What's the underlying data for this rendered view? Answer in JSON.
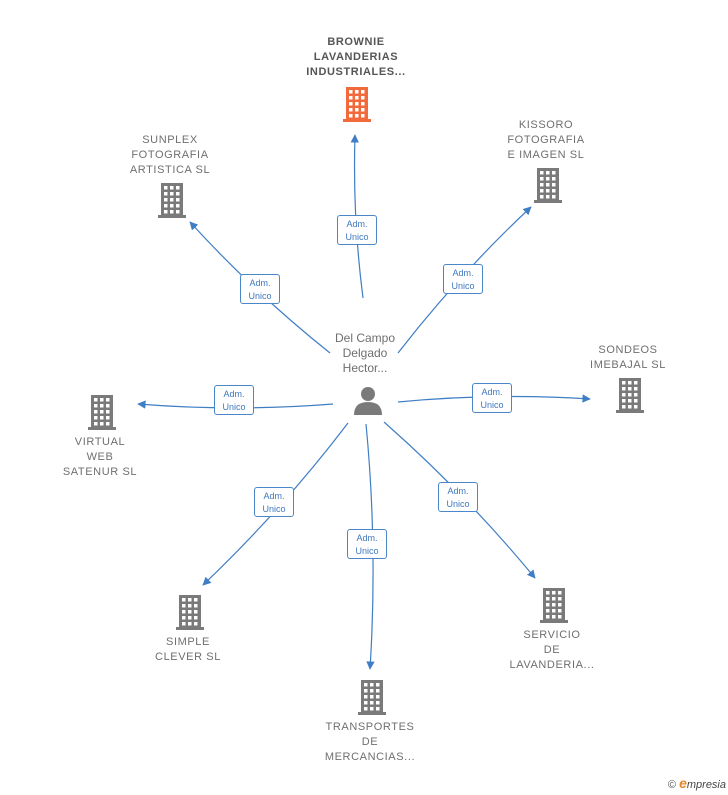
{
  "center": {
    "name": "Del Campo\nDelgado\nHector...",
    "icon": "person-icon",
    "color": "#7a7a7a"
  },
  "relation_label": "Adm.\nUnico",
  "colors": {
    "edge": "#3f7ec5",
    "building": "#7a7a7a",
    "building_main": "#f26a3b"
  },
  "companies": [
    {
      "id": "brownie",
      "name": "BROWNIE\nLAVANDERIAS\nINDUSTRIALES...",
      "main": true,
      "relation": "Adm.\nUnico"
    },
    {
      "id": "kissoro",
      "name": "KISSORO\nFOTOGRAFIA\nE IMAGEN  SL",
      "main": false,
      "relation": "Adm.\nUnico"
    },
    {
      "id": "sondeos",
      "name": "SONDEOS\nIMEBAJAL  SL",
      "main": false,
      "relation": "Adm.\nUnico"
    },
    {
      "id": "servicio",
      "name": "SERVICIO\nDE\nLAVANDERIA...",
      "main": false,
      "relation": "Adm.\nUnico"
    },
    {
      "id": "transportes",
      "name": "TRANSPORTES\nDE\nMERCANCIAS...",
      "main": false,
      "relation": "Adm.\nUnico"
    },
    {
      "id": "simple",
      "name": "SIMPLE\nCLEVER  SL",
      "main": false,
      "relation": "Adm.\nUnico"
    },
    {
      "id": "virtual",
      "name": "VIRTUAL\nWEB\nSATENUR  SL",
      "main": false,
      "relation": "Adm.\nUnico"
    },
    {
      "id": "sunplex",
      "name": "SUNPLEX\nFOTOGRAFIA\nARTISTICA  SL",
      "main": false,
      "relation": "Adm.\nUnico"
    }
  ],
  "footer": {
    "copyright": "©",
    "brand_initial": "e",
    "brand_rest": "mpresia"
  }
}
